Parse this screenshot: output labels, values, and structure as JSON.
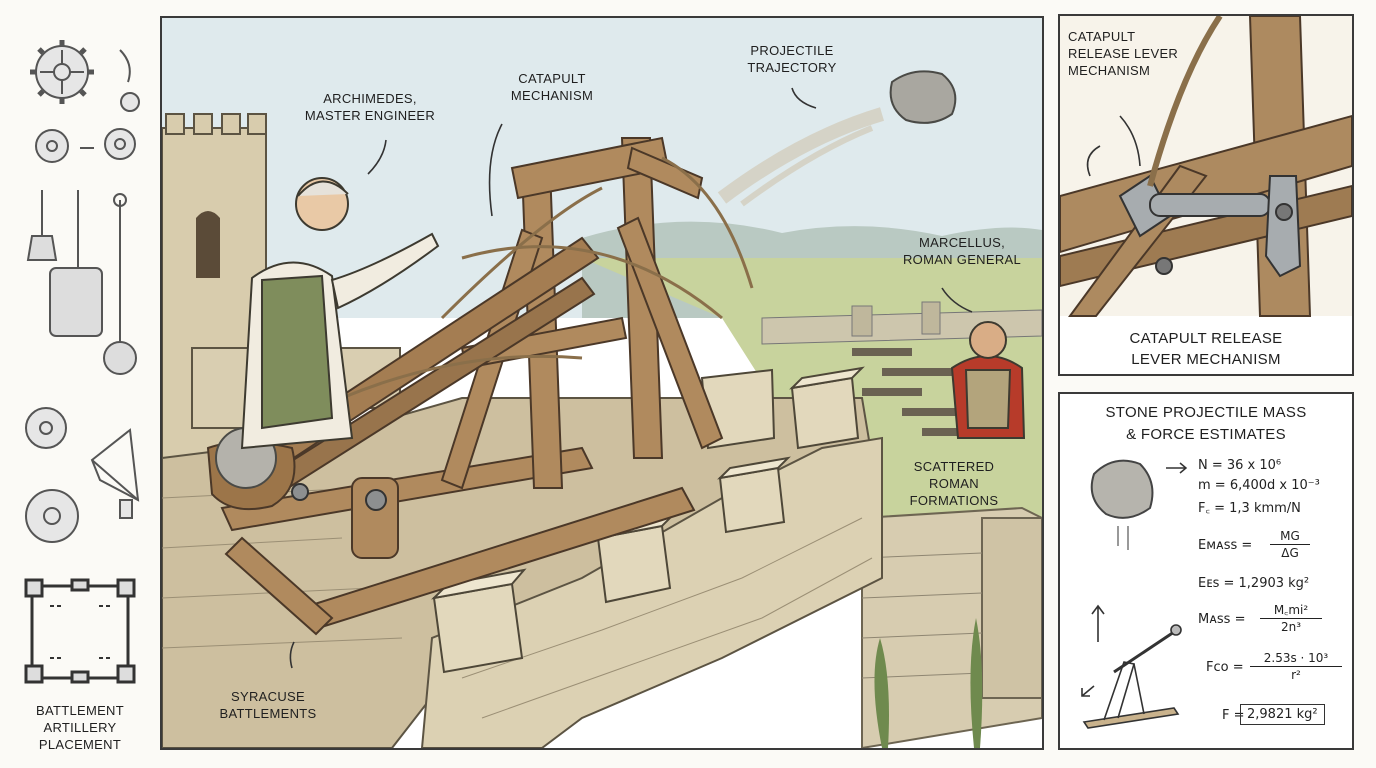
{
  "labels": {
    "archimedes": "ARCHIMEDES,\nMASTER ENGINEER",
    "catapult_mechanism": "CATAPULT\nMECHANISM",
    "projectile_trajectory": "PROJECTILE\nTRAJECTORY",
    "marcellus": "MARCELLUS,\nROMAN GENERAL",
    "scattered_roman": "SCATTERED\nROMAN\nFORMATIONS",
    "syracuse_battlements": "SYRACUSE\nBATTLEMENTS",
    "battlement_artillery": "BATTLEMENT\nARTILLERY\nPLACEMENT"
  },
  "lever_panel": {
    "top_label": "CATAPULT\nRELEASE LEVER\nMECHANISM",
    "caption": "CATAPULT RELEASE\nLEVER MECHANISM"
  },
  "estimates_panel": {
    "title": "STONE PROJECTILE MASS\n& FORCE ESTIMATES",
    "lines": {
      "n": "N = 36 x 10⁶",
      "m": "m = 6,400d x 10⁻³",
      "f": "F꜀ = 1,3 kmm/N",
      "emass_lhs": "Eᴍᴀss =",
      "emass_num": "MG",
      "emass_den": "ΔG",
      "ees": "Eᴇs = 1,2903 kg²",
      "mass_lhs": "Mᴀss =",
      "mass_num": "M꜀mi²",
      "mass_den": "2n³",
      "fco_lhs": "Fco =",
      "fco_num": "2.53s · 10³",
      "fco_den": "r²",
      "final_lhs": "F =",
      "final_box": "2,9821 kg²"
    }
  },
  "colors": {
    "sky": "#d9e8ec",
    "stone": "#d9cfb5",
    "wood": "#a9835a",
    "wood_dark": "#6f5237",
    "grass": "#b7c78e",
    "tunic": "#7c8b5a",
    "roman_red": "#b23a2a",
    "metal": "#9aa0a3"
  }
}
